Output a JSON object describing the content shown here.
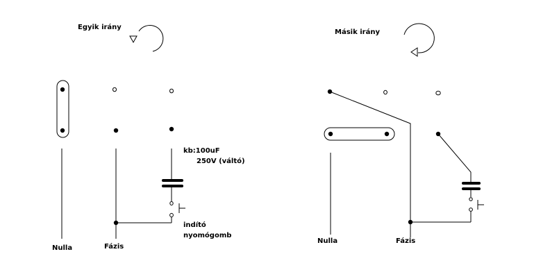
{
  "left": {
    "title": "Egyik irány",
    "neutral_label": "Nulla",
    "phase_label": "Fázis",
    "capacitor_value": "kb:100uF",
    "capacitor_voltage": "250V (váltó)",
    "button_line1": "indító",
    "button_line2": "nyomógomb"
  },
  "right": {
    "title": "Másik irány",
    "neutral_label": "Nulla",
    "phase_label": "Fázis"
  }
}
